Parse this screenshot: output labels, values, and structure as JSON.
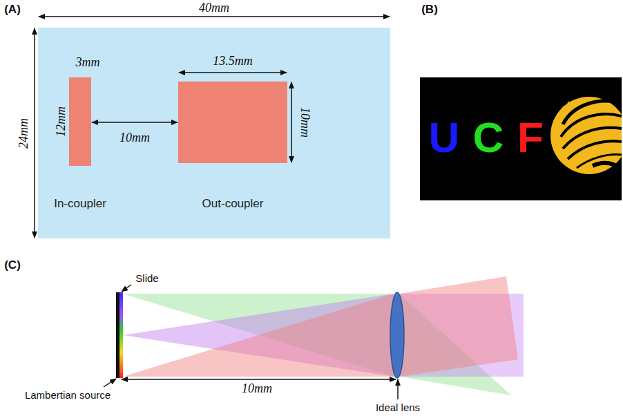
{
  "diagram": {
    "nodes": [
      {
        "text": [
          "In-coupler"
        ]
      },
      {
        "text": [
          "Out-coupler"
        ]
      }
    ],
    "edges": [
      {
        "from": 0,
        "to": 1,
        "label": "10mm",
        "arrow": "both"
      }
    ],
    "labels": [
      "(A)",
      "40mm",
      "24mm",
      "3mm",
      "12mm",
      "13.5mm",
      "10mm",
      "(B)",
      "U",
      "C",
      "F",
      "(C)",
      "Slide",
      "Lambertian source",
      "10mm",
      "Ideal lens"
    ]
  }
}
